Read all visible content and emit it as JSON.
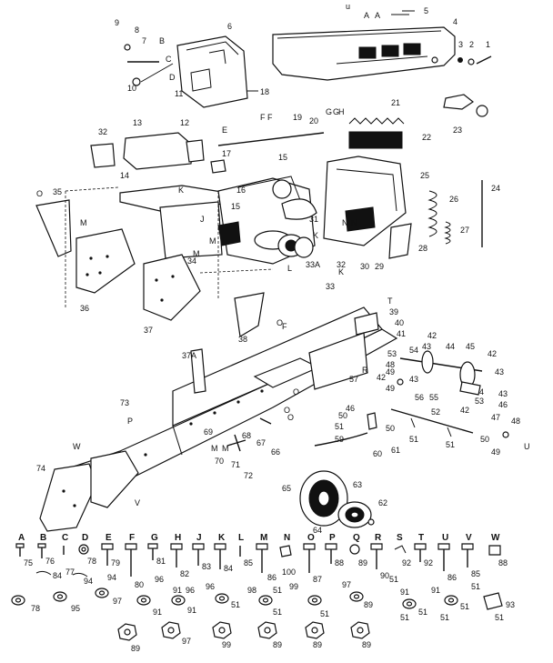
{
  "header_mark": "u",
  "callouts": {
    "c1": "1",
    "c2": "2",
    "c3": "3",
    "c4": "4",
    "c5": "5",
    "c6": "6",
    "c7": "7",
    "c8": "8",
    "c9": "9",
    "c10": "10",
    "c11": "11",
    "c12": "12",
    "c13": "13",
    "c14": "14",
    "c15": "15",
    "c16": "16",
    "c17": "17",
    "c18": "18",
    "c19": "19",
    "c20": "20",
    "c21": "21",
    "c22": "22",
    "c23": "23",
    "c24": "24",
    "c25": "25",
    "c26": "26",
    "c27": "27",
    "c28": "28",
    "c29": "29",
    "c30": "30",
    "c31": "31",
    "c32": "32",
    "c33": "33",
    "c33a": "33A",
    "c34": "34",
    "c35": "35",
    "c36": "36",
    "c37": "37",
    "c37a": "37A",
    "c38": "38",
    "c39": "39",
    "c40": "40",
    "c41": "41",
    "c42": "42",
    "c43": "43",
    "c44": "44",
    "c45": "45",
    "c46": "46",
    "c47": "47",
    "c48": "48",
    "c49": "49",
    "c50": "50",
    "c51": "51",
    "c52": "52",
    "c53": "53",
    "c54": "54",
    "c55": "55",
    "c56": "56",
    "c57": "57",
    "c59": "59",
    "c60": "60",
    "c61": "61",
    "c62": "62",
    "c63": "63",
    "c64": "64",
    "c65": "65",
    "c66": "66",
    "c67": "67",
    "c68": "68",
    "c69": "69",
    "c70": "70",
    "c71": "71",
    "c72": "72",
    "c73": "73",
    "c74": "74"
  },
  "letters": {
    "A": "A",
    "B": "B",
    "C": "C",
    "D": "D",
    "E": "E",
    "F": "F",
    "G": "G",
    "H": "H",
    "J": "J",
    "K": "K",
    "L": "L",
    "M": "M",
    "N": "N",
    "O": "O",
    "P": "P",
    "Q": "Q",
    "R": "R",
    "S": "S",
    "T": "T",
    "U": "U",
    "V": "V",
    "W": "W"
  },
  "hardware_top": [
    {
      "letter": "A",
      "num": "75"
    },
    {
      "letter": "B",
      "num": "76"
    },
    {
      "letter": "C",
      "num": "77"
    },
    {
      "letter": "D",
      "num": "78"
    },
    {
      "letter": "E",
      "num": "79"
    },
    {
      "letter": "F",
      "num": "80"
    },
    {
      "letter": "G",
      "num": "81"
    },
    {
      "letter": "H",
      "num": "82"
    },
    {
      "letter": "J",
      "num": "83"
    },
    {
      "letter": "K",
      "num": "84"
    },
    {
      "letter": "L",
      "num": "85"
    },
    {
      "letter": "M",
      "num": "86"
    },
    {
      "letter": "N",
      "num": "100"
    },
    {
      "letter": "O",
      "num": "87"
    },
    {
      "letter": "P",
      "num": "88"
    },
    {
      "letter": "Q",
      "num": "89"
    },
    {
      "letter": "R",
      "num": "90"
    },
    {
      "letter": "S",
      "num": "92"
    },
    {
      "letter": "T",
      "num": "92"
    },
    {
      "letter": "U",
      "num": "86"
    },
    {
      "letter": "V",
      "num": "85"
    },
    {
      "letter": "W",
      "num": "88"
    }
  ],
  "hardware_mid": [
    "84",
    "94",
    "94",
    "96",
    "91",
    "96",
    "96",
    "98",
    "51",
    "99",
    "97",
    "51",
    "91",
    "91",
    "51"
  ],
  "hardware_low": [
    "78",
    "95",
    "97",
    "91",
    "91",
    "51",
    "51",
    "51",
    "89",
    "51",
    "51",
    "51",
    "51",
    "51",
    "93"
  ],
  "hardware_bottom": [
    "89",
    "97",
    "99",
    "89",
    "89",
    "89"
  ]
}
